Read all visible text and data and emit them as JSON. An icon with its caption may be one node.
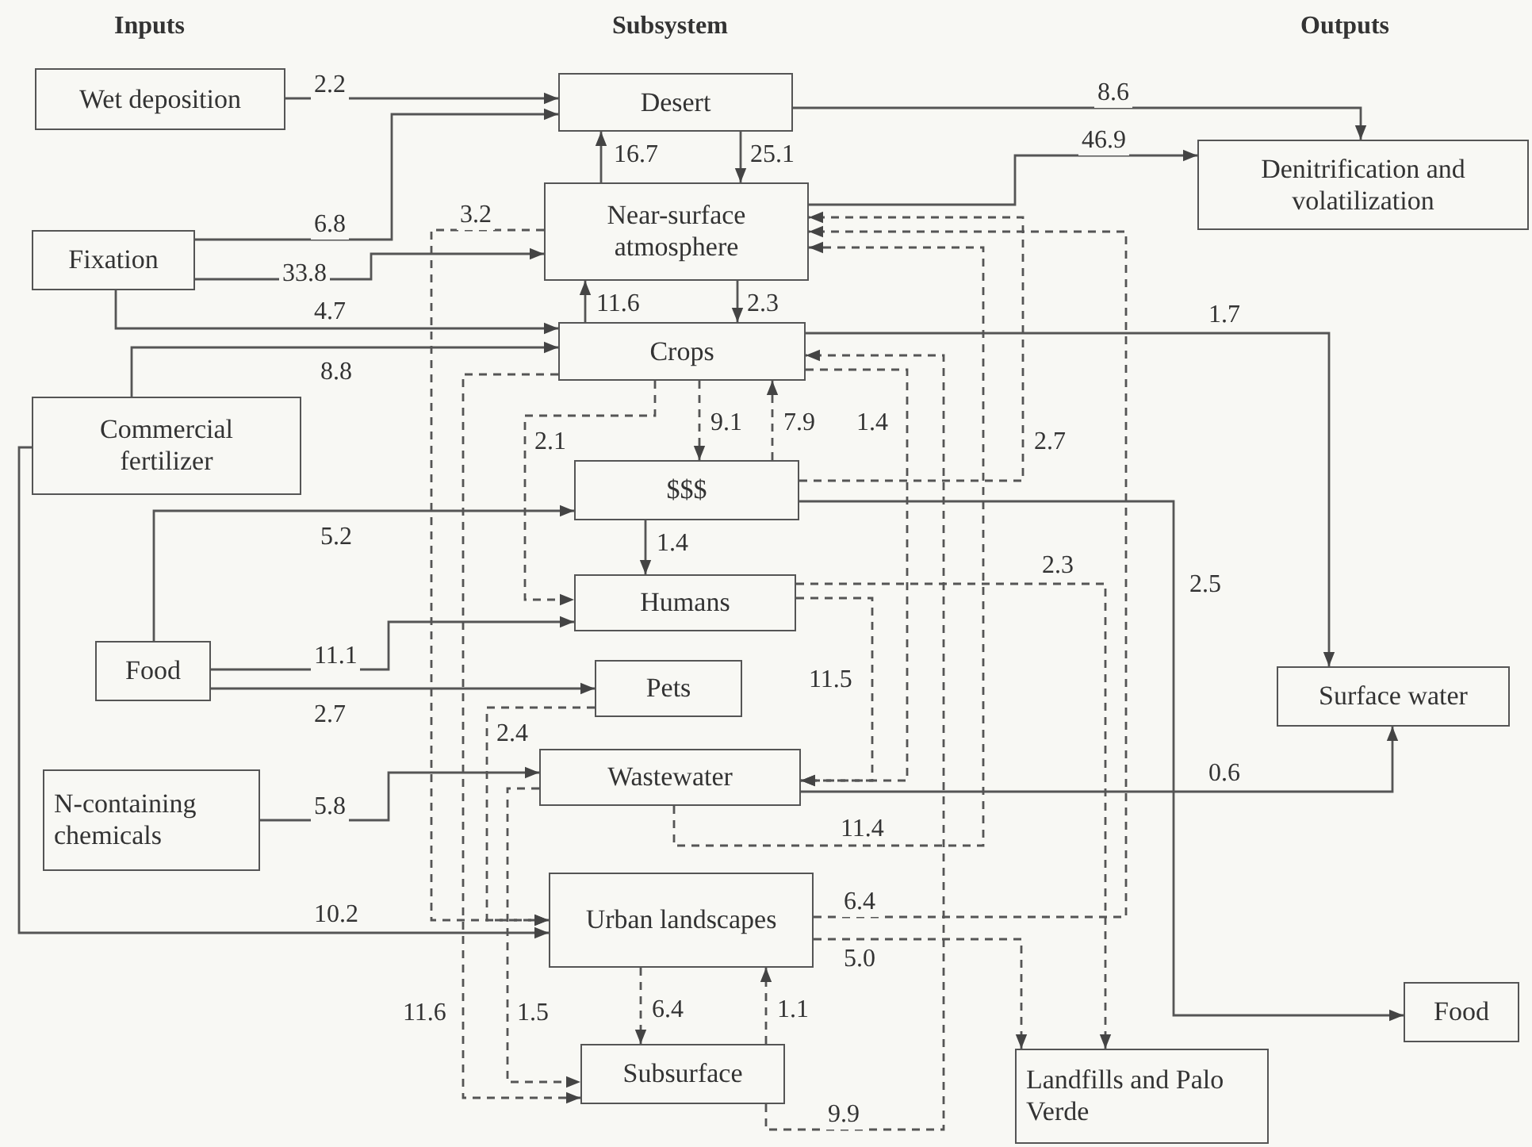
{
  "diagram": {
    "nodes": [
      {
        "text": [
          "Wet deposition"
        ]
      },
      {
        "text": [
          "Fixation"
        ]
      },
      {
        "text": [
          "Commercial fertilizer"
        ]
      },
      {
        "text": [
          "Food"
        ]
      },
      {
        "text": [
          "N-containing chemicals"
        ]
      },
      {
        "text": [
          "Desert"
        ]
      },
      {
        "text": [
          "Near-surface atmosphere"
        ]
      },
      {
        "text": [
          "Crops"
        ]
      },
      {
        "text": [
          "$$$"
        ]
      },
      {
        "text": [
          "Humans"
        ]
      },
      {
        "text": [
          "Pets"
        ]
      },
      {
        "text": [
          "Wastewater"
        ]
      },
      {
        "text": [
          "Urban landscapes"
        ]
      },
      {
        "text": [
          "Subsurface"
        ]
      },
      {
        "text": [
          "Denitrification and volatilization"
        ]
      },
      {
        "text": [
          "Surface water"
        ]
      },
      {
        "text": [
          "Food"
        ]
      },
      {
        "text": [
          "Landfills and Palo Verde"
        ]
      }
    ],
    "edges": [
      {
        "from": 0,
        "to": 5,
        "arrow": "to",
        "label": "2.2"
      },
      {
        "from": 1,
        "to": 5,
        "arrow": "to",
        "label": "6.8"
      },
      {
        "from": 1,
        "to": 6,
        "arrow": "to",
        "label": "33.8"
      },
      {
        "from": 1,
        "to": 7,
        "arrow": "to",
        "label": "4.7"
      },
      {
        "from": 2,
        "to": 7,
        "arrow": "to",
        "label": "8.8"
      },
      {
        "from": 2,
        "to": 12,
        "arrow": "to",
        "label": "10.2"
      },
      {
        "from": 3,
        "to": 8,
        "arrow": "to",
        "label": "5.2"
      },
      {
        "from": 3,
        "to": 9,
        "arrow": "to",
        "label": "11.1"
      },
      {
        "from": 3,
        "to": 10,
        "arrow": "to",
        "label": "2.7"
      },
      {
        "from": 4,
        "to": 11,
        "arrow": "to",
        "label": "5.8"
      },
      {
        "from": 6,
        "to": 5,
        "arrow": "to",
        "label": "16.7"
      },
      {
        "from": 5,
        "to": 6,
        "arrow": "to",
        "label": "25.1"
      },
      {
        "from": 7,
        "to": 6,
        "arrow": "to",
        "label": "11.6"
      },
      {
        "from": 6,
        "to": 7,
        "arrow": "to",
        "label": "2.3"
      },
      {
        "from": 5,
        "to": 14,
        "arrow": "to",
        "label": "8.6"
      },
      {
        "from": 6,
        "to": 14,
        "arrow": "to",
        "label": "46.9"
      },
      {
        "from": 7,
        "to": 15,
        "arrow": "to",
        "label": "1.7"
      },
      {
        "from": 8,
        "to": 16,
        "arrow": "to",
        "label": "2.5"
      },
      {
        "from": 7,
        "to": 8,
        "arrow": "to",
        "label": "9.1",
        "style": "dashed"
      },
      {
        "from": 8,
        "to": 7,
        "arrow": "to",
        "label": "7.9",
        "style": "dashed"
      },
      {
        "from": 8,
        "to": 9,
        "arrow": "to",
        "label": "1.4"
      },
      {
        "from": 11,
        "to": 15,
        "arrow": "to",
        "label": "0.6"
      },
      {
        "from": 7,
        "to": 9,
        "arrow": "to",
        "label": "2.1",
        "style": "dashed"
      },
      {
        "from": 6,
        "to": 12,
        "arrow": "to",
        "label": "3.2",
        "style": "dashed"
      },
      {
        "from": 7,
        "to": 13,
        "arrow": "to",
        "label": "11.6",
        "style": "dashed"
      },
      {
        "from": 10,
        "to": 12,
        "arrow": "to",
        "label": "2.4",
        "style": "dashed"
      },
      {
        "from": 11,
        "to": 13,
        "arrow": "to",
        "label": "1.5",
        "style": "dashed"
      },
      {
        "from": 12,
        "to": 13,
        "arrow": "to",
        "label": "6.4",
        "style": "dashed"
      },
      {
        "from": 13,
        "to": 12,
        "arrow": "to",
        "label": "1.1",
        "style": "dashed"
      },
      {
        "from": 13,
        "to": 7,
        "arrow": "to",
        "label": "9.9",
        "style": "dashed"
      },
      {
        "from": 7,
        "to": 11,
        "arrow": "to",
        "label": "1.4",
        "style": "dashed"
      },
      {
        "from": 9,
        "to": 11,
        "arrow": "to",
        "label": "11.5",
        "style": "dashed"
      },
      {
        "from": 9,
        "to": 17,
        "arrow": "to",
        "label": "2.3",
        "style": "dashed"
      },
      {
        "from": 11,
        "to": 6,
        "arrow": "to",
        "label": "11.4",
        "style": "dashed"
      },
      {
        "from": 8,
        "to": 6,
        "arrow": "to",
        "label": "2.7",
        "style": "dashed"
      },
      {
        "from": 12,
        "to": 6,
        "arrow": "to",
        "label": "6.4",
        "style": "dashed"
      },
      {
        "from": 12,
        "to": 17,
        "arrow": "to",
        "label": "5.0",
        "style": "dashed"
      }
    ],
    "labels": [
      "Inputs",
      "Subsystem",
      "Outputs"
    ]
  }
}
